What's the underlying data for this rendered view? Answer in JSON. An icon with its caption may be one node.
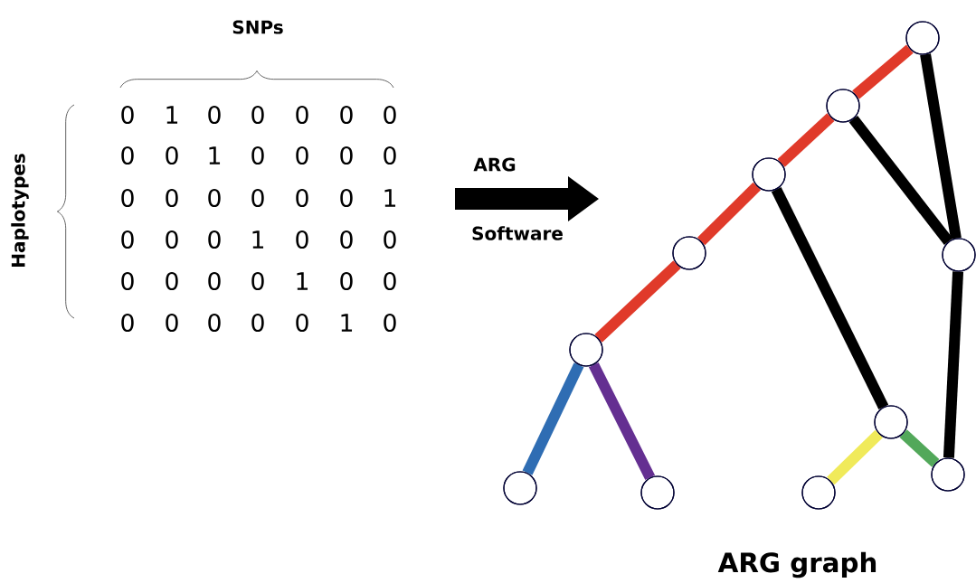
{
  "diagram": {
    "caption": "ARG graph",
    "nodes": [
      {
        "text": [],
        "shape": "circle"
      },
      {
        "text": [],
        "shape": "circle"
      },
      {
        "text": [],
        "shape": "circle"
      },
      {
        "text": [],
        "shape": "circle"
      },
      {
        "text": [],
        "shape": "circle"
      },
      {
        "text": [],
        "shape": "circle"
      },
      {
        "text": [],
        "shape": "circle"
      },
      {
        "text": [],
        "shape": "circle"
      },
      {
        "text": [],
        "shape": "circle"
      },
      {
        "text": [],
        "shape": "circle"
      },
      {
        "text": [],
        "shape": "circle"
      }
    ],
    "edges": [
      {
        "from": 0,
        "to": 1,
        "arrow": "none",
        "color": "#e03a2a"
      },
      {
        "from": 1,
        "to": 2,
        "arrow": "none",
        "color": "#e03a2a"
      },
      {
        "from": 2,
        "to": 3,
        "arrow": "none",
        "color": "#e03a2a"
      },
      {
        "from": 3,
        "to": 4,
        "arrow": "none",
        "color": "#e03a2a"
      },
      {
        "from": 4,
        "to": 5,
        "arrow": "none",
        "color": "#2f6db3"
      },
      {
        "from": 4,
        "to": 6,
        "arrow": "none",
        "color": "#642f91"
      },
      {
        "from": 0,
        "to": 7,
        "arrow": "none",
        "color": "#000000"
      },
      {
        "from": 1,
        "to": 7,
        "arrow": "none",
        "color": "#000000"
      },
      {
        "from": 2,
        "to": 8,
        "arrow": "none",
        "color": "#000000"
      },
      {
        "from": 8,
        "to": 9,
        "arrow": "none",
        "color": "#f0ea5a"
      },
      {
        "from": 8,
        "to": 10,
        "arrow": "none",
        "color": "#52a85a"
      },
      {
        "from": 7,
        "to": 10,
        "arrow": "none",
        "color": "#000000"
      }
    ],
    "labels": [
      "SNPs",
      "Haplotypes",
      "0",
      "1",
      "0",
      "0",
      "0",
      "0",
      "0",
      "0",
      "0",
      "1",
      "0",
      "0",
      "0",
      "0",
      "0",
      "0",
      "0",
      "0",
      "0",
      "0",
      "1",
      "0",
      "0",
      "0",
      "1",
      "0",
      "0",
      "0",
      "0",
      "0",
      "0",
      "0",
      "1",
      "0",
      "0",
      "0",
      "0",
      "0",
      "0",
      "0",
      "1",
      "0",
      "ARG",
      "Software"
    ]
  }
}
